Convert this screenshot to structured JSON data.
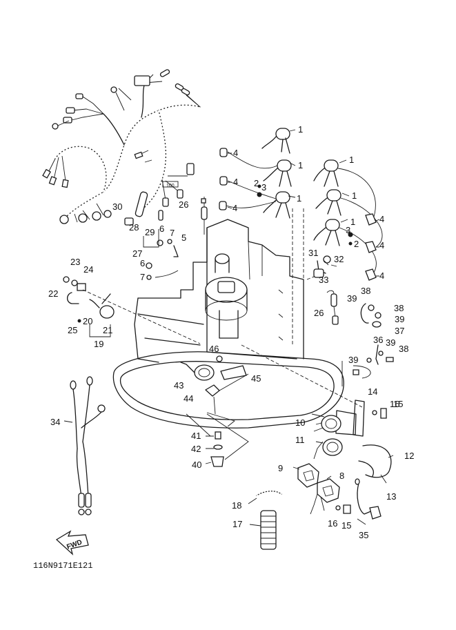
{
  "diagram_code": "116N9171E121",
  "direction_label": "FWD",
  "harness_tag": "100",
  "callouts": [
    "1",
    "1",
    "1",
    "1",
    "1",
    "1",
    "2",
    "2",
    "3",
    "3",
    "4",
    "4",
    "4",
    "4",
    "4",
    "4",
    "5",
    "6",
    "6",
    "7",
    "7",
    "8",
    "9",
    "10",
    "11",
    "12",
    "13",
    "14",
    "15",
    "15",
    "16",
    "16",
    "17",
    "18",
    "19",
    "20",
    "21",
    "22",
    "23",
    "24",
    "25",
    "26",
    "26",
    "27",
    "28",
    "29",
    "30",
    "31",
    "32",
    "33",
    "34",
    "35",
    "36",
    "37",
    "38",
    "38",
    "38",
    "39",
    "39",
    "39",
    "39",
    "40",
    "41",
    "42",
    "43",
    "44",
    "45",
    "46"
  ]
}
